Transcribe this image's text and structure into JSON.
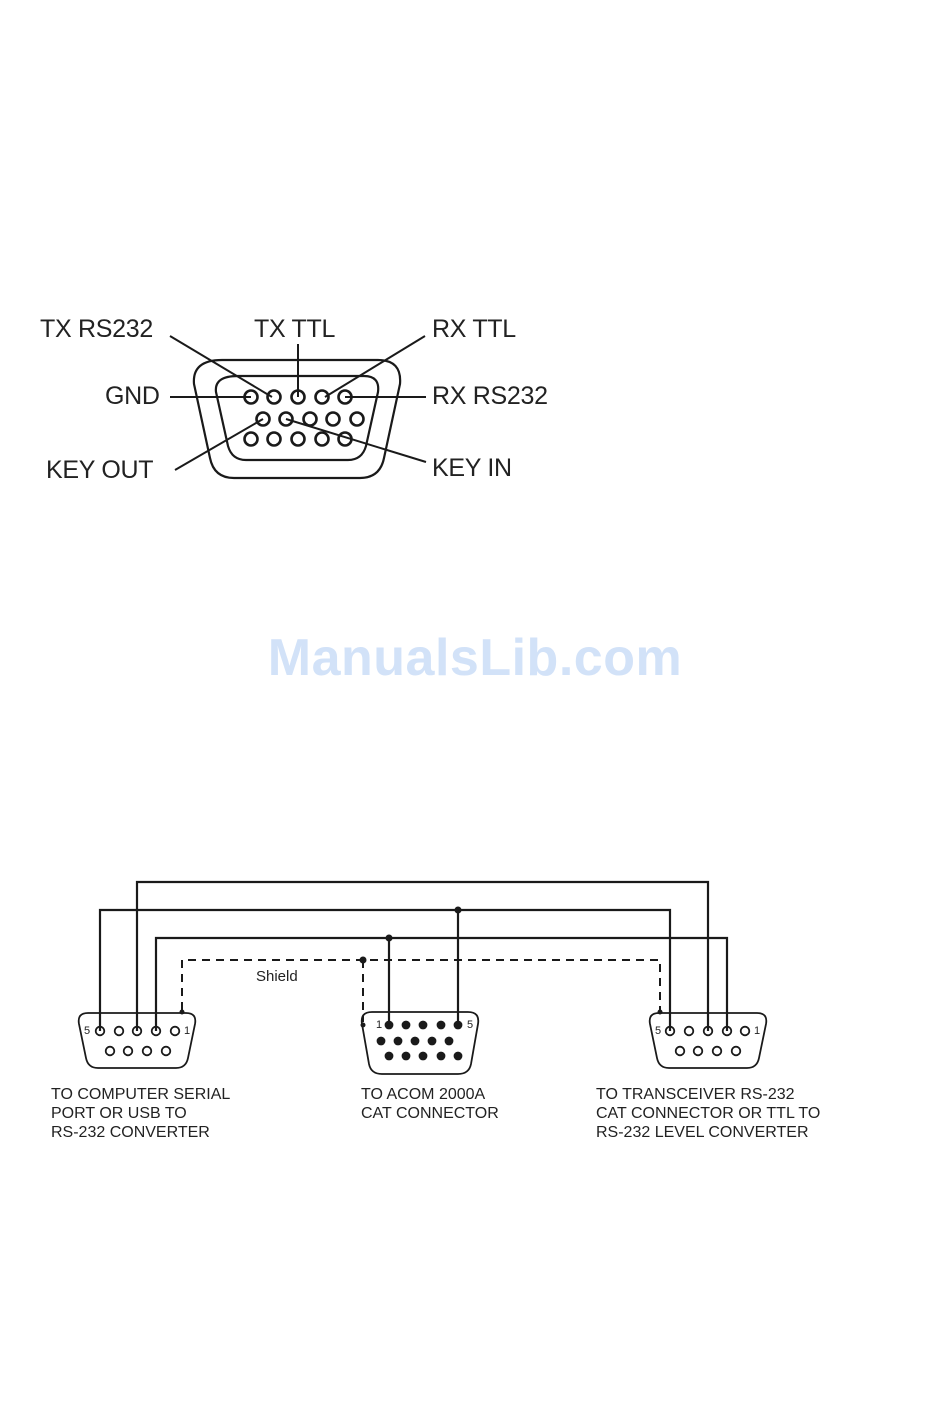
{
  "top_connector": {
    "labels": {
      "tx_rs232": "TX RS232",
      "tx_ttl": "TX TTL",
      "rx_ttl": "RX TTL",
      "gnd": "GND",
      "rx_rs232": "RX RS232",
      "key_out": "KEY OUT",
      "key_in": "KEY IN"
    }
  },
  "watermark": "ManualsLib.com",
  "wiring": {
    "shield_label": "Shield",
    "left_connector": {
      "pin_5": "5",
      "pin_1": "1",
      "caption": [
        "TO COMPUTER SERIAL",
        "PORT OR USB TO",
        "RS-232 CONVERTER"
      ]
    },
    "center_connector": {
      "pin_1": "1",
      "pin_5": "5",
      "caption": [
        "TO ACOM 2000A",
        "CAT CONNECTOR"
      ]
    },
    "right_connector": {
      "pin_5": "5",
      "pin_1": "1",
      "caption": [
        "TO TRANSCEIVER RS-232",
        "CAT CONNECTOR OR TTL TO",
        "RS-232 LEVEL  CONVERTER"
      ]
    }
  },
  "colors": {
    "ink": "#1a1a1a",
    "watermark": "#d2e2f8"
  }
}
